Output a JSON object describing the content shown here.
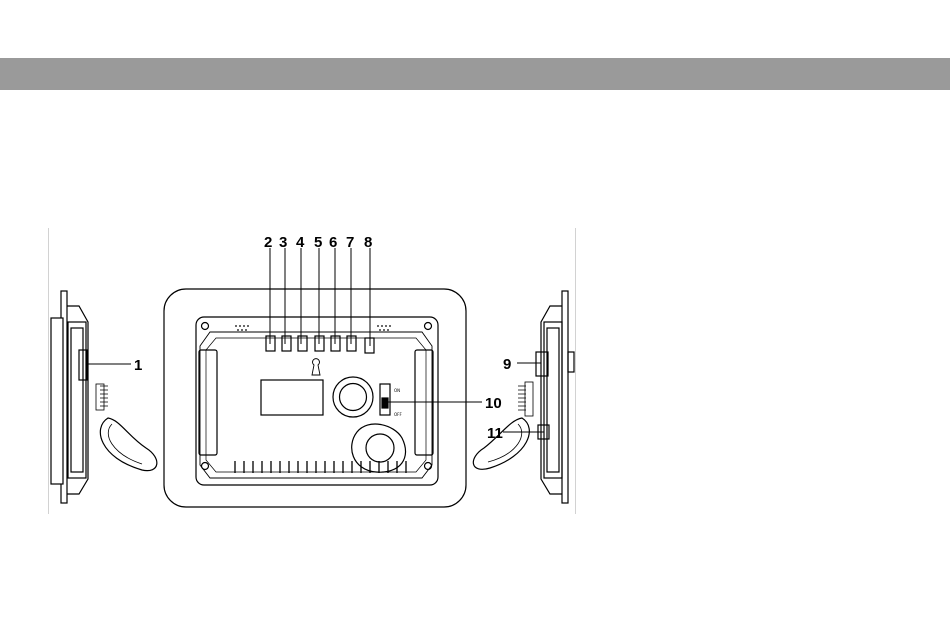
{
  "page": {
    "header_bar_color": "#9a9a9a",
    "background_color": "#ffffff"
  },
  "diagram": {
    "subject": "digital photo frame back and side views",
    "callouts": [
      "1",
      "2",
      "3",
      "4",
      "5",
      "6",
      "7",
      "8",
      "9",
      "10",
      "11"
    ],
    "switch_labels": {
      "on": "ON",
      "off": "OFF"
    },
    "line_color": "#000000"
  }
}
